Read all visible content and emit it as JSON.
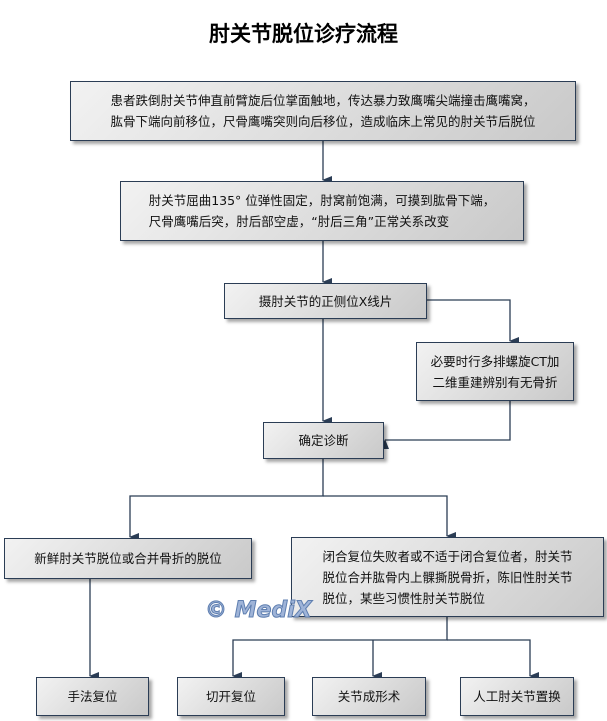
{
  "title": "肘关节脱位诊疗流程",
  "nodes": {
    "cause": [
      "患者跌倒肘关节伸直前臂旋后位掌面触地，传达暴力致鹰嘴尖端撞击鹰嘴窝，",
      "肱骨下端向前移位，尺骨鹰嘴突则向后移位，造成临床上常见的肘关节后脱位"
    ],
    "signs": [
      "肘关节屈曲135° 位弹性固定，肘窝前饱满，可摸到肱骨下端，",
      "尺骨鹰嘴后突，肘后部空虚，“肘后三角”正常关系改变"
    ],
    "xray": "摄肘关节的正侧位X线片",
    "ct": [
      "必要时行多排螺旋CT加",
      "二维重建辨别有无骨折"
    ],
    "diagnosis": "确定诊断",
    "fresh": "新鲜肘关节脱位或合并骨折的脱位",
    "complex": [
      "闭合复位失败者或不适于闭合复位者，肘关节",
      "脱位合并肱骨内上髁撕脱骨折，陈旧性肘关节",
      "脱位，某些习惯性肘关节脱位"
    ],
    "manual": "手法复位",
    "open": "切开复位",
    "plasty": "关节成形术",
    "replace": "人工肘关节置换"
  },
  "watermark": "© MediX"
}
